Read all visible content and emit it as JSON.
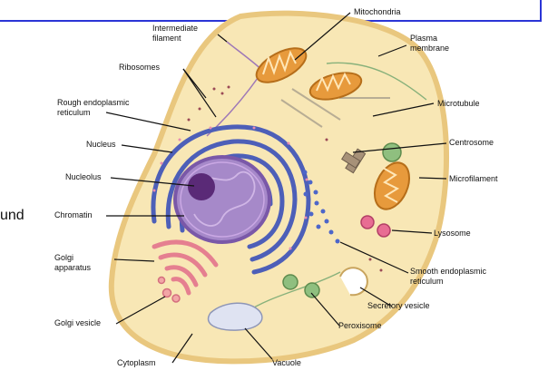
{
  "side_text": "und",
  "labels": {
    "mitochondria": "Mitochondria",
    "intermediate_filament_1": "Intermediate",
    "intermediate_filament_2": "filament",
    "plasma_membrane_1": "Plasma",
    "plasma_membrane_2": "membrane",
    "ribosomes": "Ribosomes",
    "rough_er_1": "Rough endoplasmic",
    "rough_er_2": "reticulum",
    "microtubule": "Microtubule",
    "nucleus": "Nucleus",
    "centrosome": "Centrosome",
    "nucleolus": "Nucleolus",
    "microfilament": "Microfilament",
    "chromatin": "Chromatin",
    "lysosome": "Lysosome",
    "golgi_apparatus_1": "Golgi",
    "golgi_apparatus_2": "apparatus",
    "smooth_er_1": "Smooth endoplasmic",
    "smooth_er_2": "reticulum",
    "secretory_vesicle": "Secretory vesicle",
    "golgi_vesicle": "Golgi vesicle",
    "peroxisome": "Peroxisome",
    "cytoplasm": "Cytoplasm",
    "vacuole": "Vacuole"
  },
  "colors": {
    "frame": "#2b35d6",
    "cytoplasm_fill": "#f8e7b5",
    "membrane": "#e9c77e",
    "rough_er": "#4d5fb8",
    "nucleus": "#a689c9",
    "nucleolus": "#5a2a77",
    "mitochondria": "#e79a3c",
    "golgi": "#f2a6a6",
    "lysosome": "#e86d93",
    "peroxisome": "#8fbf7f",
    "vacuole": "#dfe3f2"
  }
}
